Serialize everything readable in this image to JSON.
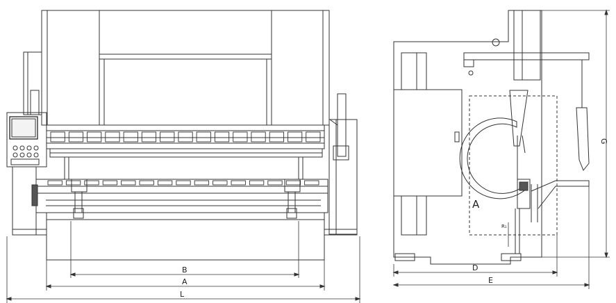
{
  "dimension_labels": {
    "b": "B",
    "a": "A",
    "l": "L",
    "d": "D",
    "e": "E",
    "g": "G",
    "detail": "A",
    "small": "R₁"
  }
}
